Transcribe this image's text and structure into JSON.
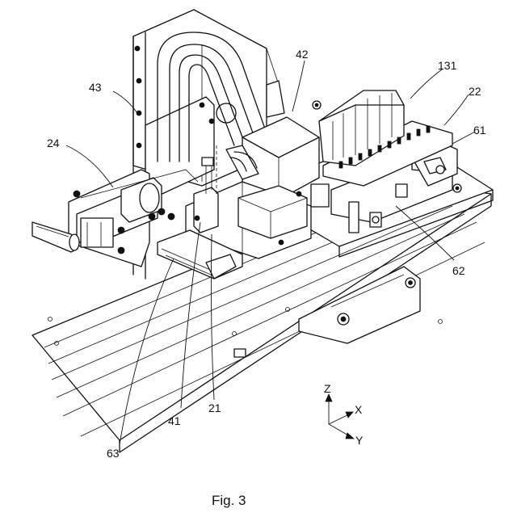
{
  "caption": "Fig. 3",
  "labels": {
    "l43": "43",
    "l42": "42",
    "l131": "131",
    "l22": "22",
    "l61": "61",
    "l24": "24",
    "l62": "62",
    "l41": "41",
    "l21": "21",
    "l63": "63"
  },
  "axes": {
    "z": "Z",
    "x": "X",
    "y": "Y"
  }
}
